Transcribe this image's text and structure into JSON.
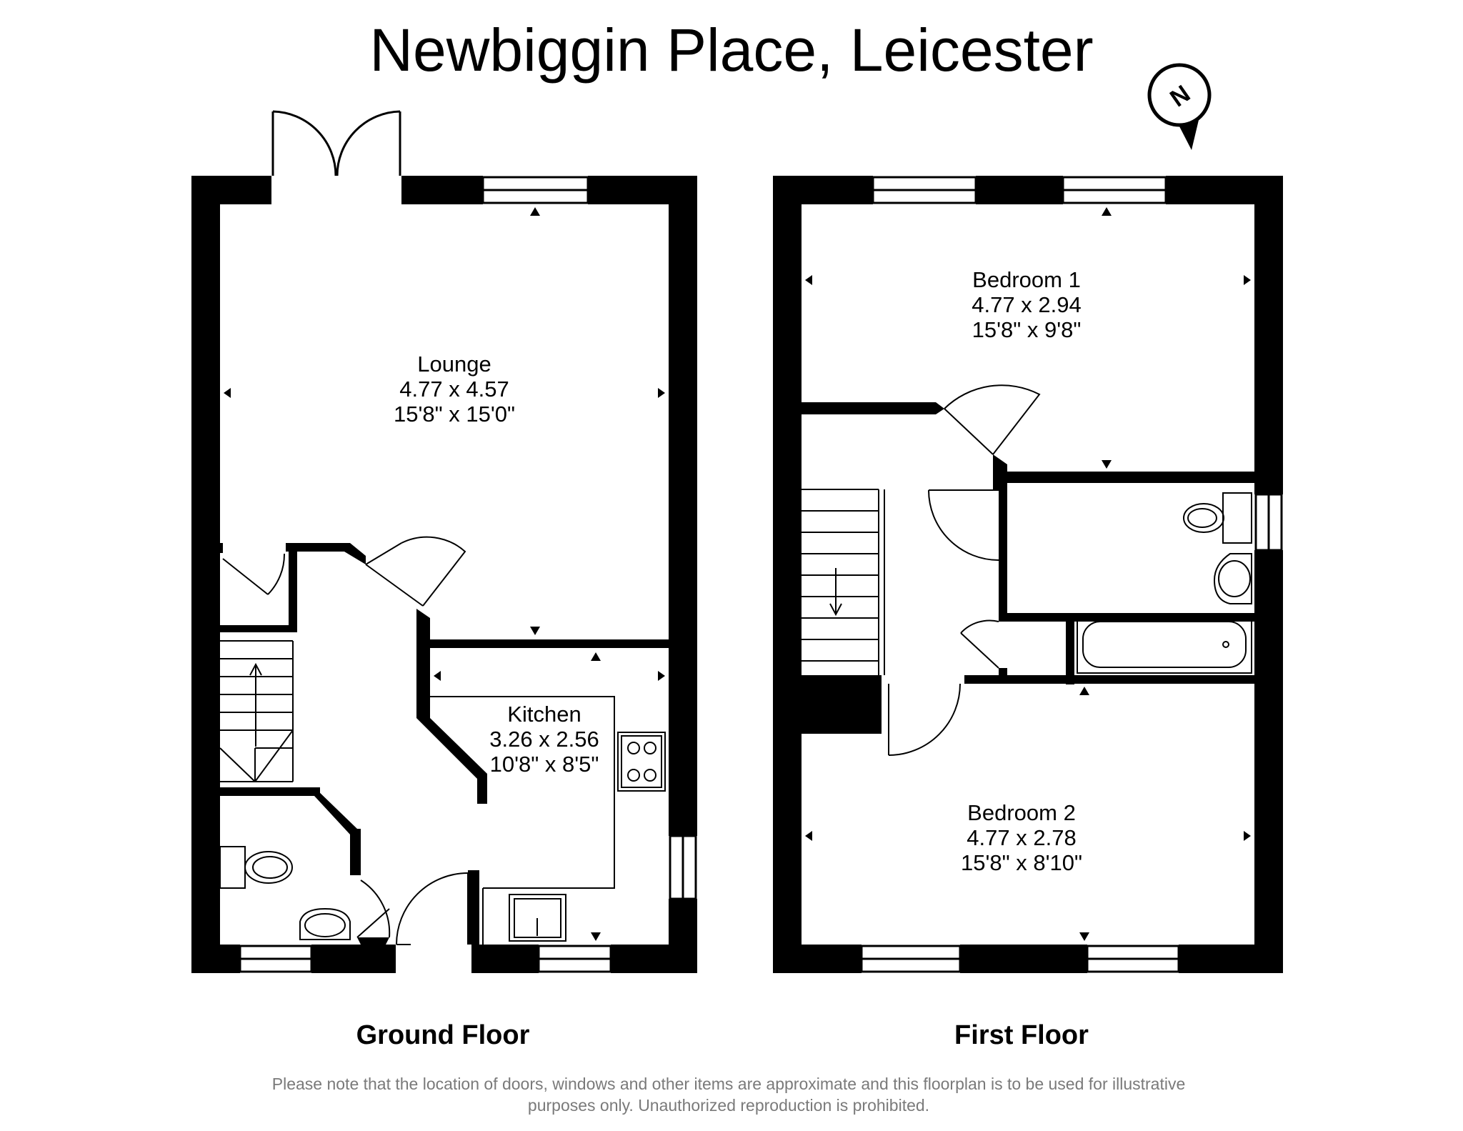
{
  "title": "Newbiggin Place, Leicester",
  "compass": {
    "label": "N"
  },
  "floors": [
    {
      "label": "Ground Floor",
      "rooms": [
        {
          "name": "Lounge",
          "metric": "4.77 x 4.57",
          "imperial": "15'8\" x 15'0\""
        },
        {
          "name": "Kitchen",
          "metric": "3.26 x 2.56",
          "imperial": "10'8\" x 8'5\""
        }
      ]
    },
    {
      "label": "First Floor",
      "rooms": [
        {
          "name": "Bedroom 1",
          "metric": "4.77 x 2.94",
          "imperial": "15'8\" x 9'8\""
        },
        {
          "name": "Bedroom 2",
          "metric": "4.77 x 2.78",
          "imperial": "15'8\" x 8'10\""
        }
      ]
    }
  ],
  "disclaimer": {
    "line1": "Please note that the location of doors, windows and other items are approximate and this floorplan is to be used for illustrative",
    "line2": "purposes only. Unauthorized reproduction is prohibited."
  }
}
